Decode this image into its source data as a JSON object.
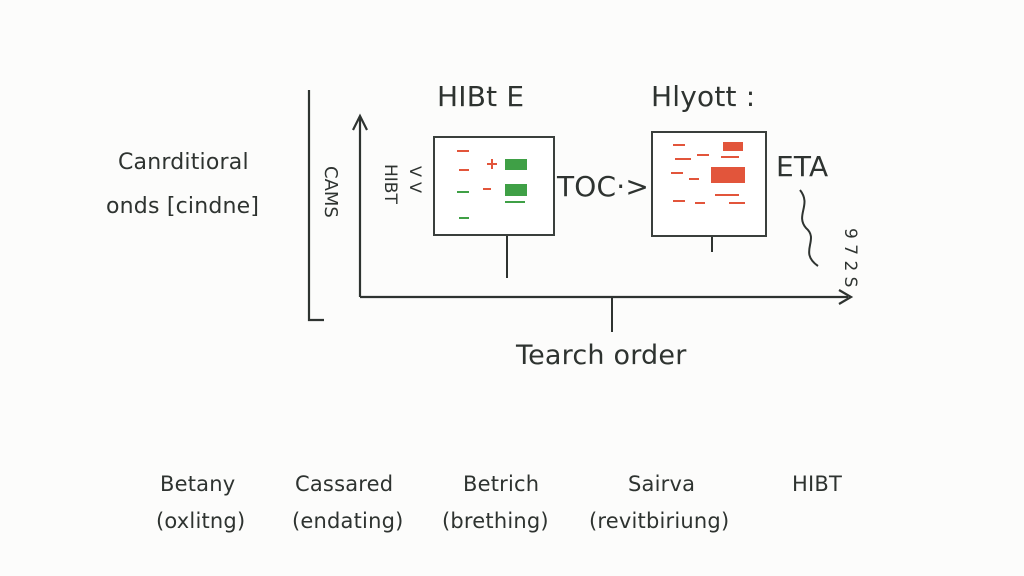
{
  "left_label": {
    "line1": "Canrditioral",
    "line2": "onds [cindne]"
  },
  "vertical_left_label": "CAMS",
  "box1": {
    "title": "HIBt E",
    "side_label": "HIBT",
    "side_marks": "V V"
  },
  "middle_label": "TOC·>",
  "box2": {
    "title": "Hlyott :",
    "side_label": "ETA"
  },
  "right_vertical_label": "9 7 2 S",
  "axis_label": "Tearch order",
  "columns": [
    {
      "name": "Betany",
      "sub": "(oxlitng)"
    },
    {
      "name": "Cassared",
      "sub": "(endating)"
    },
    {
      "name": "Betrich",
      "sub": "(brething)"
    },
    {
      "name": "Sairva",
      "sub": "(revitbiriung)"
    },
    {
      "name": "HIBT",
      "sub": ""
    }
  ],
  "colors": {
    "green": "#3fa046",
    "red": "#e2553b",
    "ink": "#2e3330"
  }
}
